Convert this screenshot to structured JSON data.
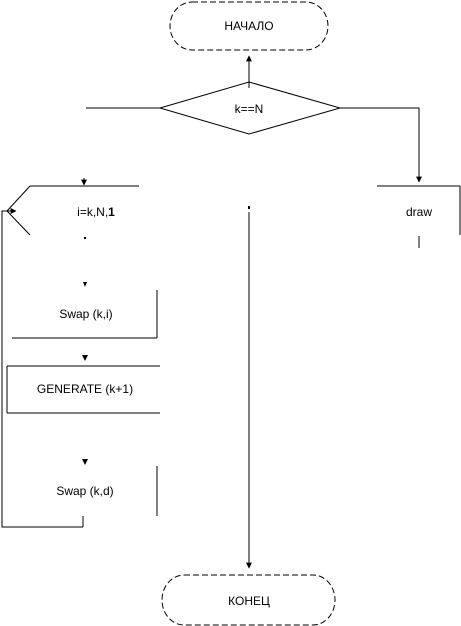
{
  "flowchart": {
    "start": "НАЧАЛО",
    "condition": "k==N",
    "loop": {
      "prefix": "i=k,N,",
      "step": "1"
    },
    "draw": "draw",
    "swap_first": "Swap (k,i)",
    "generate": "GENERATE (k+1)",
    "swap_second": "Swap (k,d)",
    "end": "КОНЕЦ"
  }
}
